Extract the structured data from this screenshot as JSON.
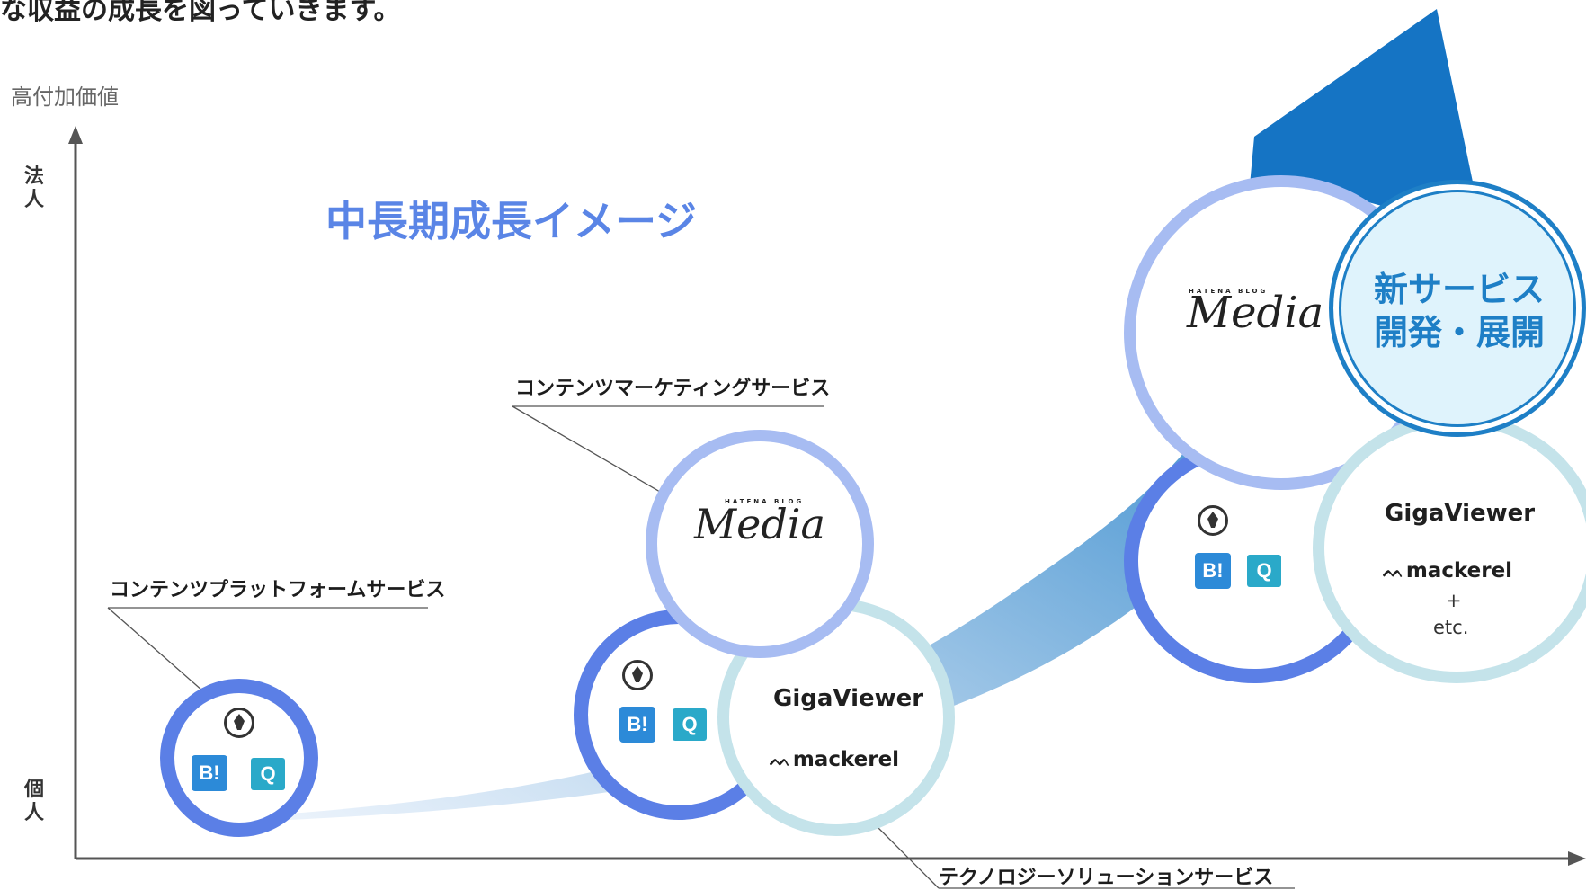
{
  "page": {
    "top_cut_text": "な収益の成長を図っていきます。",
    "y_axis_top_label": "高付加価値",
    "y_axis_high": "法人",
    "y_axis_low": "個人",
    "title": "中長期成長イメージ"
  },
  "labels": {
    "content_platform": "コンテンツプラットフォームサービス",
    "content_marketing": "コンテンツマーケティングサービス",
    "tech_solution": "テクノロジーソリューションサービス"
  },
  "products": {
    "giga": "GigaViewer",
    "mackerel": "mackerel",
    "mackerel_mark": "ᨓ",
    "media_small": "HATENA BLOG",
    "media": "Media",
    "plus": "+",
    "etc": "etc.",
    "bookmark_icon_text": "B!",
    "q_icon_text": "Q"
  },
  "new_service": {
    "line1": "新サービス",
    "line2": "開発・展開"
  },
  "colors": {
    "accent_blue": "#5b7fe6",
    "lavender": "#a7bcf2",
    "cyan_ring": "#c4e3ea",
    "arrow_dark": "#0e6fc2",
    "title_blue": "#5a85e6"
  }
}
